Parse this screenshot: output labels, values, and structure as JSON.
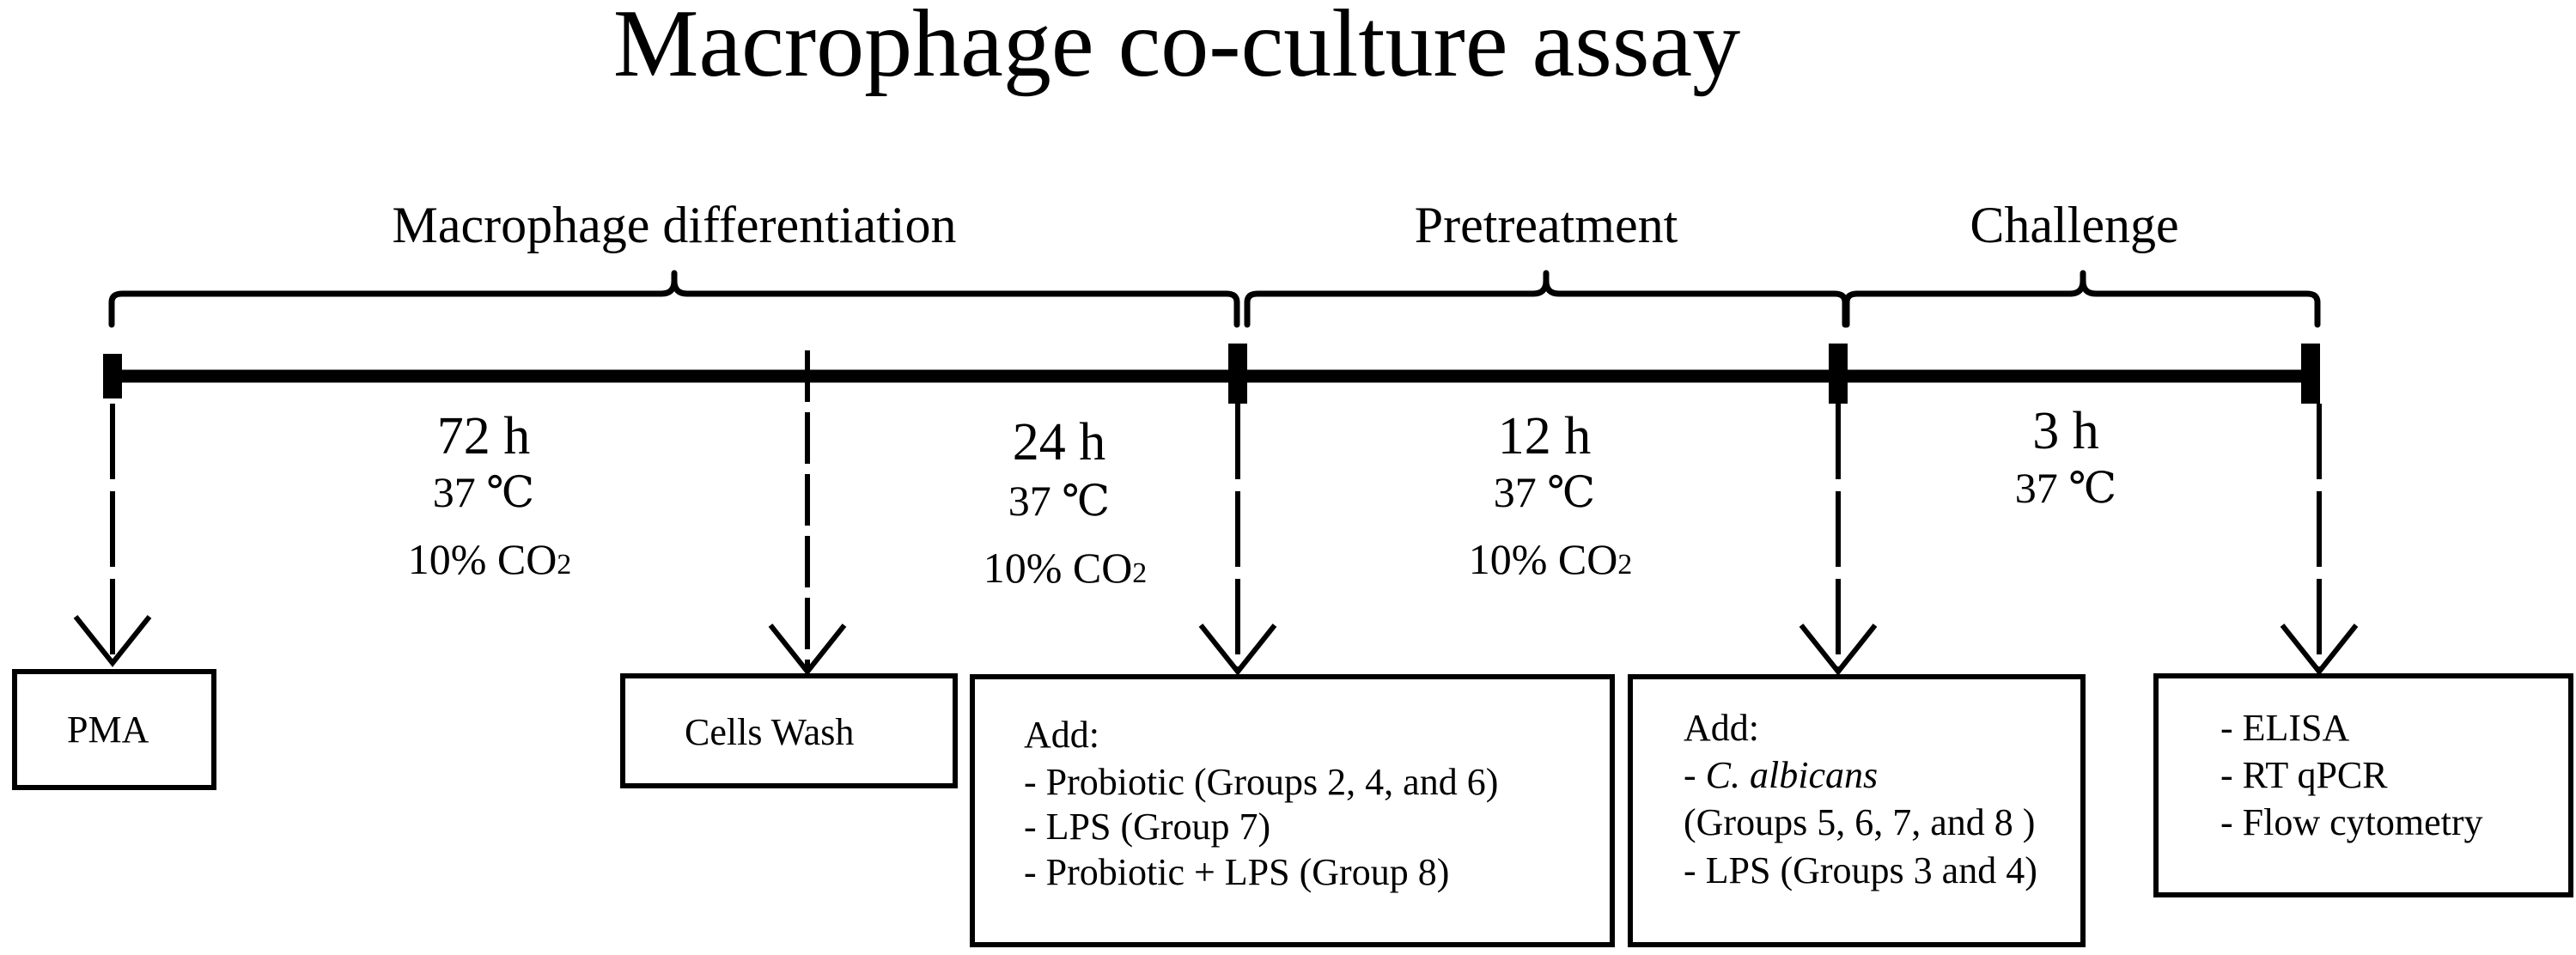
{
  "title": "Macrophage co-culture assay",
  "phases": {
    "differentiation": "Macrophage differentiation",
    "pretreatment": "Pretreatment",
    "challenge": "Challenge"
  },
  "intervals": [
    {
      "duration": "72 h",
      "temperature": "37 ℃",
      "co2_prefix": "10% CO",
      "co2_sub": "2"
    },
    {
      "duration": "24 h",
      "temperature": "37 ℃",
      "co2_prefix": "10% CO",
      "co2_sub": "2"
    },
    {
      "duration": "12 h",
      "temperature": "37 ℃",
      "co2_prefix": "10% CO",
      "co2_sub": "2"
    },
    {
      "duration": "3 h",
      "temperature": "37 ℃"
    }
  ],
  "steps": {
    "pma": {
      "label": "PMA"
    },
    "wash": {
      "label": "Cells  Wash"
    },
    "pretreat": {
      "heading": "Add:",
      "lines": [
        "- Probiotic (Groups 2, 4, and 6)",
        "- LPS (Group 7)",
        "- Probiotic + LPS (Group 8)"
      ]
    },
    "challenge": {
      "heading": "Add:",
      "species_prefix": "- ",
      "species": "C. albicans",
      "lines": [
        "(Groups 5, 6, 7, and 8 )",
        "- LPS (Groups 3 and 4)"
      ]
    },
    "analysis": {
      "lines": [
        "- ELISA",
        "- RT qPCR",
        "- Flow cytometry"
      ]
    }
  }
}
